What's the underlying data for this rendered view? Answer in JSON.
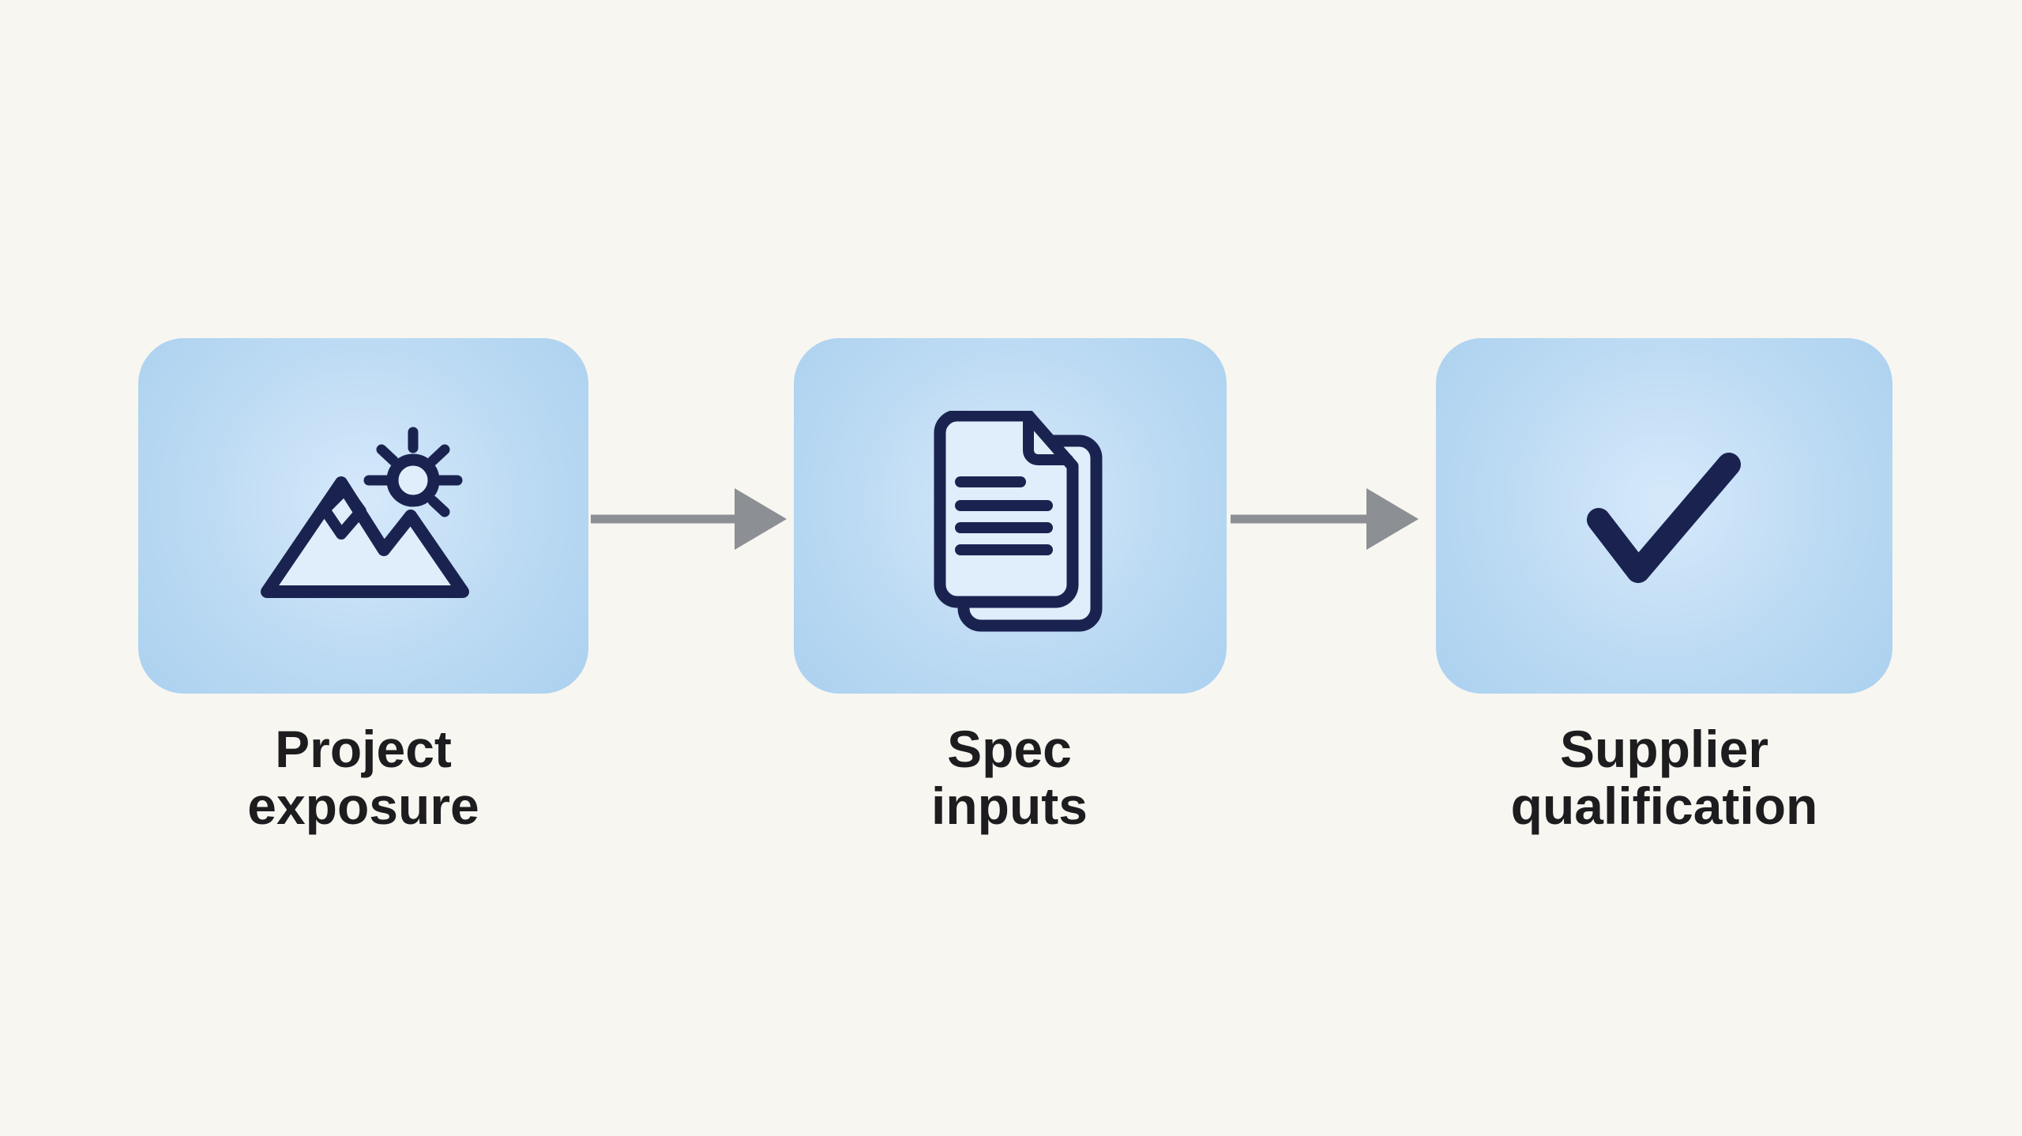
{
  "flow": {
    "steps": [
      {
        "label": "Project\nexposure",
        "icon": "mountain-sun-icon"
      },
      {
        "label": "Spec\ninputs",
        "icon": "documents-icon"
      },
      {
        "label": "Supplier\nqualification",
        "icon": "checkmark-icon"
      }
    ],
    "colors": {
      "background": "#f8f6f1",
      "card_fill": "#bcdaf3",
      "card_fill_light": "#d6e9fb",
      "card_fill_edge": "#abd1ef",
      "icon_navy": "#1a2350",
      "icon_inner_glow": "#e0eefb",
      "arrow_gray": "#8c8f93",
      "label_text": "#1d1d1f"
    }
  }
}
